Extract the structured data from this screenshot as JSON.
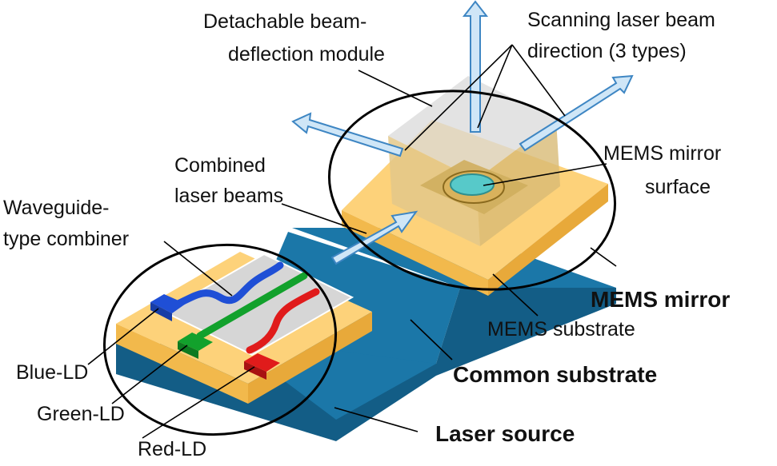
{
  "labels": {
    "detachable_line1": "Detachable beam-",
    "detachable_line2": "deflection module",
    "scanning_line1": "Scanning laser beam",
    "scanning_line2": "direction (3 types)",
    "combined_line1": "Combined",
    "combined_line2": "laser beams",
    "mems_mirror_surface_line1": "MEMS mirror",
    "mems_mirror_surface_line2": "surface",
    "waveguide_line1": "Waveguide-",
    "waveguide_line2": "type combiner",
    "mems_mirror": "MEMS mirror",
    "mems_substrate": "MEMS substrate",
    "common_substrate": "Common substrate",
    "blue_ld": "Blue-LD",
    "green_ld": "Green-LD",
    "red_ld": "Red-LD",
    "laser_source": "Laser source"
  },
  "colors": {
    "substrate_top": "#1b77a8",
    "substrate_side": "#135d86",
    "chip_top": "#fdd27a",
    "chip_side": "#f2b94c",
    "waveguide_plate": "#d6d6d6",
    "blue_ld": "#1f4fd6",
    "green_ld": "#12a12c",
    "red_ld": "#e01b1b",
    "arrow_fill": "#cfe6f7",
    "arrow_stroke": "#3e86c3",
    "mirror": "#57c9c9"
  }
}
